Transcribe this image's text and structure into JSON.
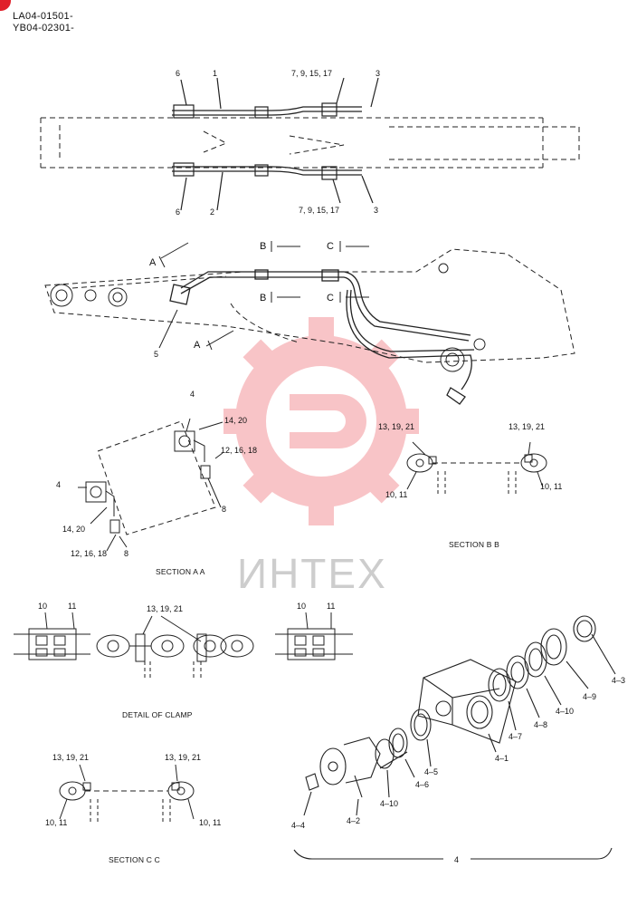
{
  "header": {
    "code1": "LA04-01501-",
    "code2": "YB04-02301-"
  },
  "top_view": {
    "callouts_top": [
      "6",
      "1",
      "7, 9, 15, 17",
      "3"
    ],
    "callouts_bottom": [
      "6",
      "2",
      "7, 9, 15, 17",
      "3"
    ]
  },
  "side_view": {
    "section_arrows": {
      "a_top": "A",
      "a_bottom": "A",
      "b_top": "B",
      "b_bottom": "B",
      "c_top": "C",
      "c_bottom": "C"
    },
    "callout_5": "5"
  },
  "section_aa": {
    "title": "SECTION  A A",
    "callouts": [
      "4",
      "14, 20",
      "12, 16, 18",
      "8",
      "4",
      "14, 20",
      "12, 16, 18",
      "8"
    ]
  },
  "section_bb": {
    "title": "SECTION  B B",
    "callouts": [
      "13, 19, 21",
      "13, 19, 21",
      "10, 11",
      "10, 11"
    ]
  },
  "detail_clamp": {
    "title": "DETAIL OF CLAMP",
    "callouts": [
      "10",
      "11",
      "13, 19, 21",
      "10",
      "11"
    ]
  },
  "section_cc": {
    "title": "SECTION  C C",
    "callouts": [
      "13, 19, 21",
      "13, 19, 21",
      "10, 11",
      "10, 11"
    ]
  },
  "exploded_block": {
    "callouts": [
      "4–3",
      "4–9",
      "4–10",
      "4–8",
      "4–7",
      "4–1",
      "4–5",
      "4–6",
      "4–10",
      "4–2",
      "4–4"
    ],
    "group_label": "4"
  },
  "watermark": {
    "text": "ИНТЕХ"
  },
  "colors": {
    "line": "#222222",
    "watermark_red": "#e8303a",
    "badge": "#e0202a"
  }
}
